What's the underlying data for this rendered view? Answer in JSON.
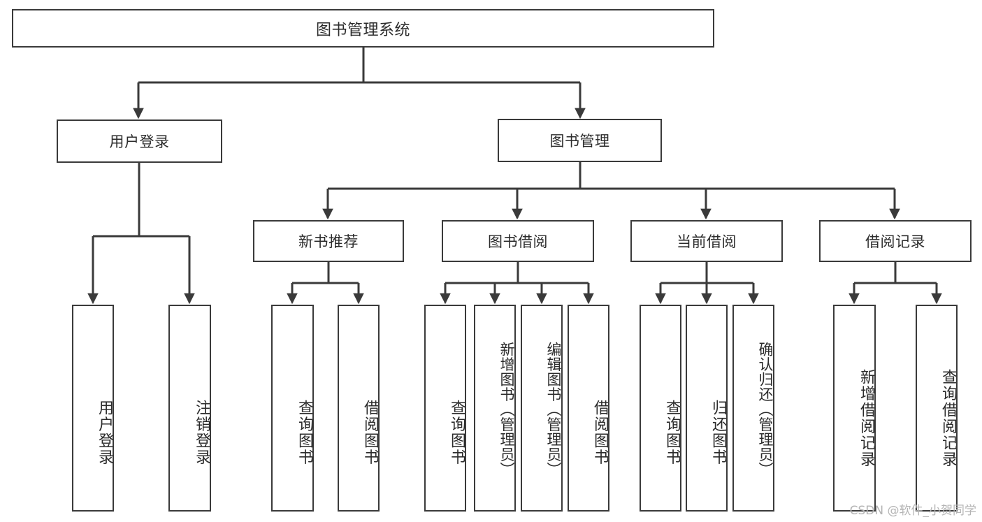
{
  "diagram": {
    "type": "tree-hierarchy",
    "title": "图书管理系统",
    "watermark": "CSDN @软件_小贺同学",
    "colors": {
      "stroke": "#3a3a3a",
      "fill": "#ffffff",
      "text": "#2b2b2b",
      "watermark": "#b4b4b4"
    },
    "nodes": {
      "root": {
        "label": "图书管理系统"
      },
      "level2": [
        {
          "id": "user-login",
          "label": "用户登录"
        },
        {
          "id": "book-manage",
          "label": "图书管理"
        }
      ],
      "level3": [
        {
          "id": "new-book-recommend",
          "label": "新书推荐"
        },
        {
          "id": "book-borrow",
          "label": "图书借阅"
        },
        {
          "id": "current-borrow",
          "label": "当前借阅"
        },
        {
          "id": "borrow-record",
          "label": "借阅记录"
        }
      ],
      "leaves": {
        "user-login": [
          {
            "id": "leaf-user-login",
            "label": "用户登录"
          },
          {
            "id": "leaf-logout-login",
            "label": "注销登录"
          }
        ],
        "new-book-recommend": [
          {
            "id": "leaf-query-book-1",
            "label": "查询图书"
          },
          {
            "id": "leaf-borrow-book-1",
            "label": "借阅图书"
          }
        ],
        "book-borrow": [
          {
            "id": "leaf-query-book-2",
            "label": "查询图书"
          },
          {
            "id": "leaf-add-book",
            "label": "新增图书（管理员）"
          },
          {
            "id": "leaf-edit-book",
            "label": "编辑图书（管理员）"
          },
          {
            "id": "leaf-borrow-book-2",
            "label": "借阅图书"
          }
        ],
        "current-borrow": [
          {
            "id": "leaf-query-book-3",
            "label": "查询图书"
          },
          {
            "id": "leaf-return-book",
            "label": "归还图书"
          },
          {
            "id": "leaf-confirm-return",
            "label": "确认归还（管理员）"
          }
        ],
        "borrow-record": [
          {
            "id": "leaf-add-record",
            "label": "新增借阅记录"
          },
          {
            "id": "leaf-query-record",
            "label": "查询借阅记录"
          }
        ]
      }
    }
  }
}
